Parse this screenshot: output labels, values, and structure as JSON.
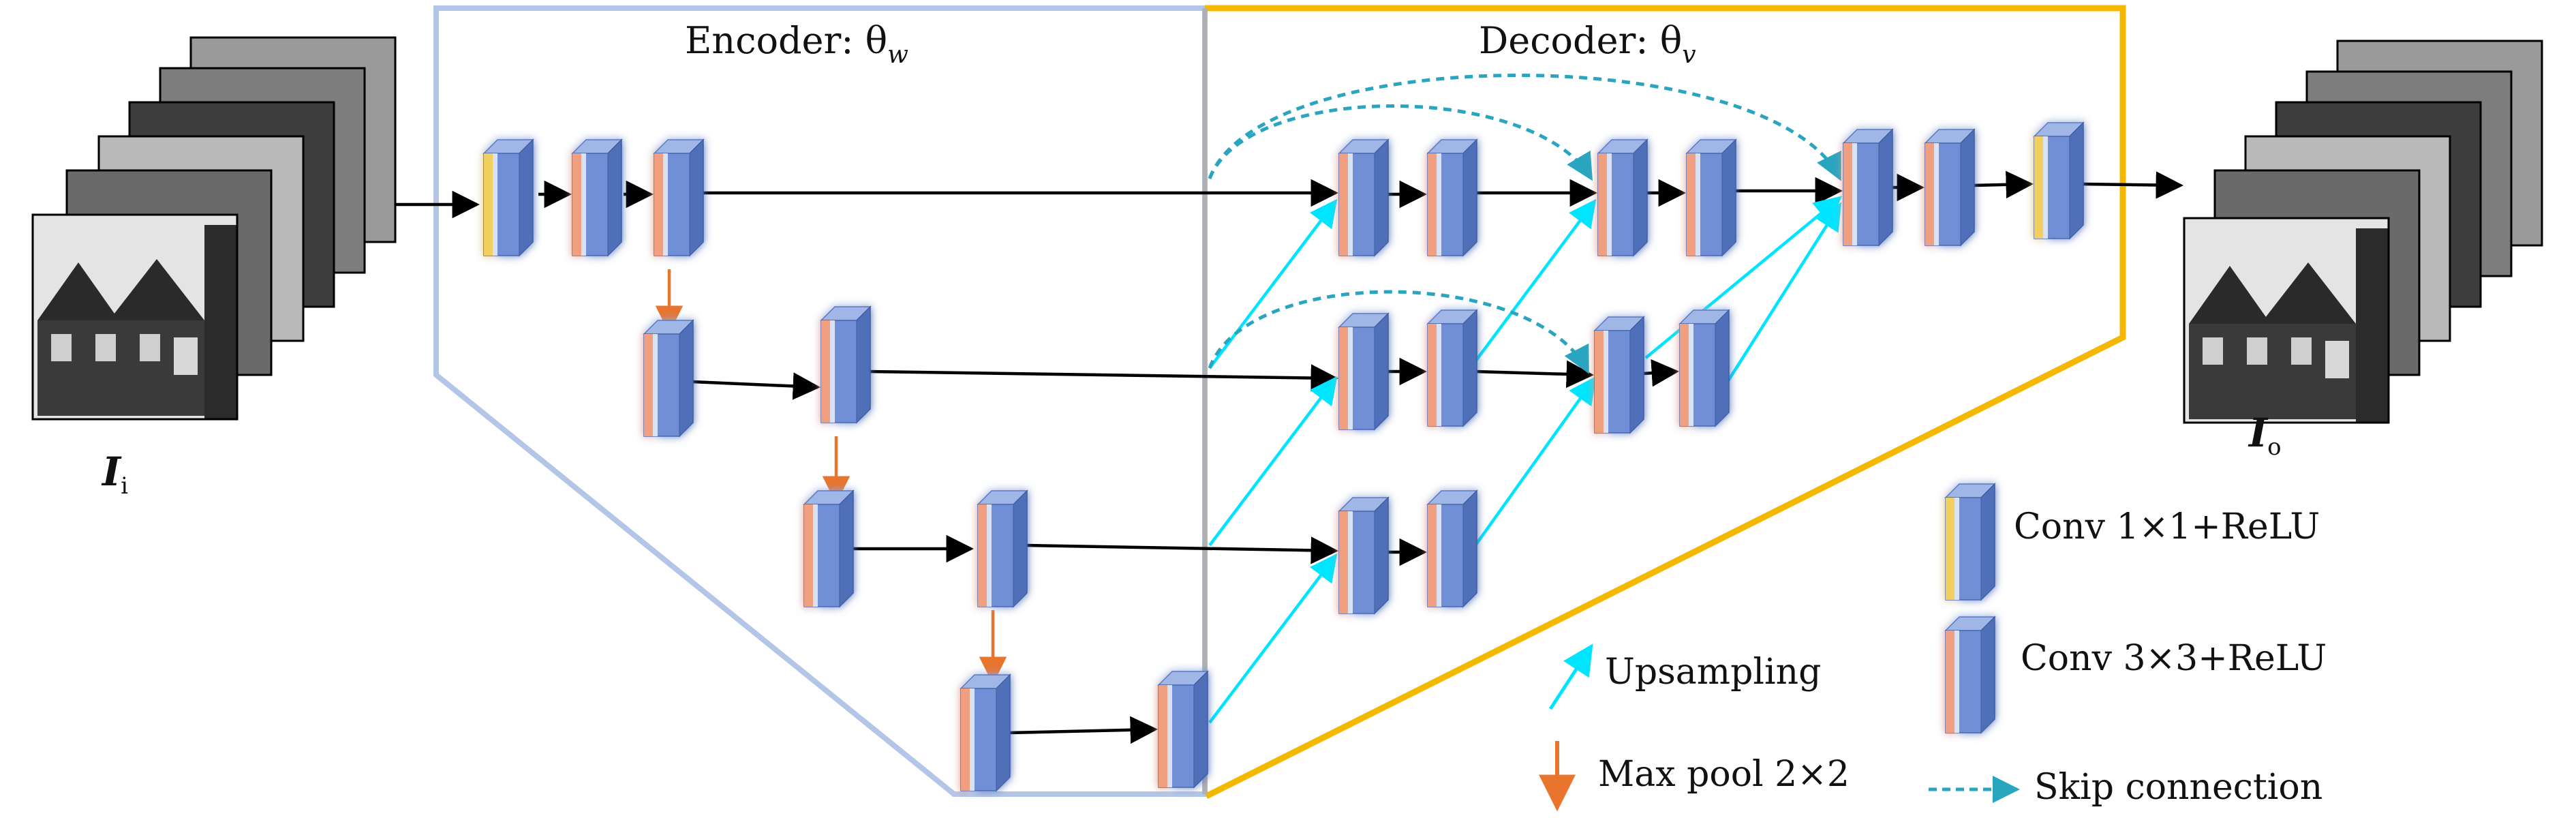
{
  "encoder": {
    "title": "Encoder: θ",
    "sub": "w",
    "border_color": "#b4c6e7"
  },
  "decoder": {
    "title": "Decoder: θ",
    "sub": "v",
    "border_color": "#f5b800"
  },
  "input_label": {
    "main": "I",
    "sub": "i"
  },
  "output_label": {
    "main": "I",
    "sub": "o"
  },
  "legend": {
    "conv1": "Conv 1×1+ReLU",
    "conv3": "Conv 3×3+ReLU",
    "upsampling": "Upsampling",
    "maxpool": "Max pool 2×2",
    "skip": "Skip connection"
  },
  "colors": {
    "block_face": "#6f8fd6",
    "block_side": "#4f6fb8",
    "block_top": "#9fb6e6",
    "conv3_stripe": "#f0a080",
    "conv1_stripe": "#f2d060",
    "arrow": "#000000",
    "upsample": "#00e5ff",
    "maxpool": "#e8742e",
    "skip": "#2aa5c0"
  },
  "icons": [
    "photo-stack-icon",
    "house-photo-icon"
  ]
}
